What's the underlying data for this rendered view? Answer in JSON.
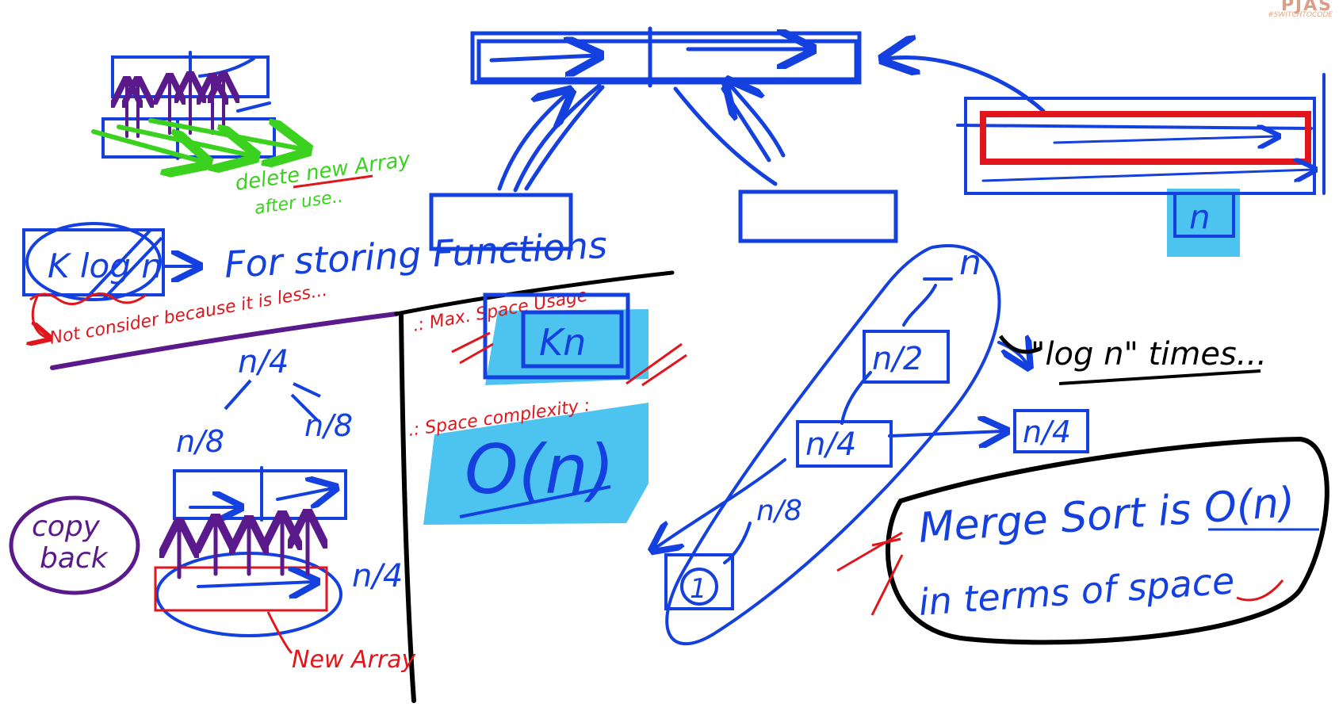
{
  "logo": {
    "brand": "PJAS",
    "tagline": "#SWITCHTOCODE"
  },
  "notes": {
    "delete_new_array": "delete new Array",
    "after_use": "after use..",
    "k_log_n": "K log n",
    "for_storing_functions": "For storing Functions",
    "not_consider": "Not consider because it is less...",
    "max_space_usage": ".: Max. Space Usage",
    "kn": "Kn",
    "space_complexity": ".: Space complexity :",
    "big_o_n": "O(n)",
    "copy_back": "copy back",
    "new_array": "New Array",
    "log_n_times": "\"log n\" times...",
    "merge_sort_line1": "Merge Sort is O(n)",
    "merge_sort_line2": "in terms of space"
  },
  "tree_labels": {
    "n_top": "n",
    "n_box": "n",
    "n_over_2": "n/2",
    "n_over_4": "n/4",
    "n_over_4_right": "n/4",
    "n_over_8": "n/8",
    "one": "1",
    "left_n_over_4": "n/4",
    "left_n_over_8_a": "n/8",
    "left_n_over_8_b": "n/8",
    "bottom_n_over_4": "n/4"
  },
  "colors": {
    "blue_ink": "#1440e0",
    "red_ink": "#e0161c",
    "green_ink": "#3ad11f",
    "purple_ink": "#5a1a8c",
    "black_ink": "#000000",
    "highlight": "#4dc3f0"
  }
}
